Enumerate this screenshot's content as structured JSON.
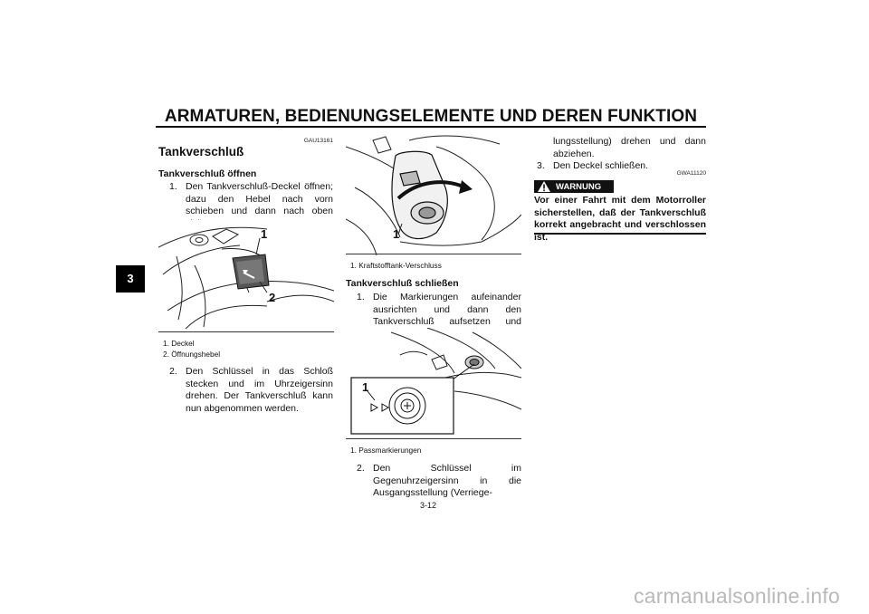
{
  "header": {
    "title": "ARMATUREN, BEDIENUNGSELEMENTE UND DEREN FUNKTION"
  },
  "chapter_tab": "3",
  "section": {
    "code": "GAU13161",
    "title": "Tankverschluß"
  },
  "open": {
    "heading": "Tankverschluß öffnen",
    "step1_num": "1.",
    "step1": "Den Tankverschluß-Deckel öffnen; dazu den Hebel nach vorn schieben und dann nach oben ziehen.",
    "fig1_callouts": [
      "1",
      "2"
    ],
    "fig1_captions": [
      "1. Deckel",
      "2. Öffnungshebel"
    ],
    "step2_num": "2.",
    "step2": "Den Schlüssel in das Schloß stecken und im Uhrzeigersinn drehen. Der Tankverschluß kann nun abgenommen werden."
  },
  "figure2": {
    "callout": "1",
    "caption": "1. Kraftstofftank-Verschluss"
  },
  "close": {
    "heading": "Tankverschluß schließen",
    "step1_num": "1.",
    "step1": "Die Markierungen aufeinander ausrichten und dann den Tankverschluß aufsetzen und hineindrücken.",
    "fig3_callout": "1",
    "fig3_caption": "1. Passmarkierungen",
    "step2_num": "2.",
    "step2": "Den Schlüssel im Gegenuhrzeigersinn in die Ausgangsstellung (Verriege-",
    "step2_cont": "lungsstellung) drehen und dann abziehen.",
    "step3_num": "3.",
    "step3": "Den Deckel schließen."
  },
  "warning": {
    "code": "GWA11120",
    "label": "WARNUNG",
    "text": "Vor einer Fahrt mit dem Motorroller sicherstellen, daß der Tankverschluß korrekt angebracht und verschlossen ist."
  },
  "page_number": "3-12",
  "watermark": "carmanualsonline.info"
}
